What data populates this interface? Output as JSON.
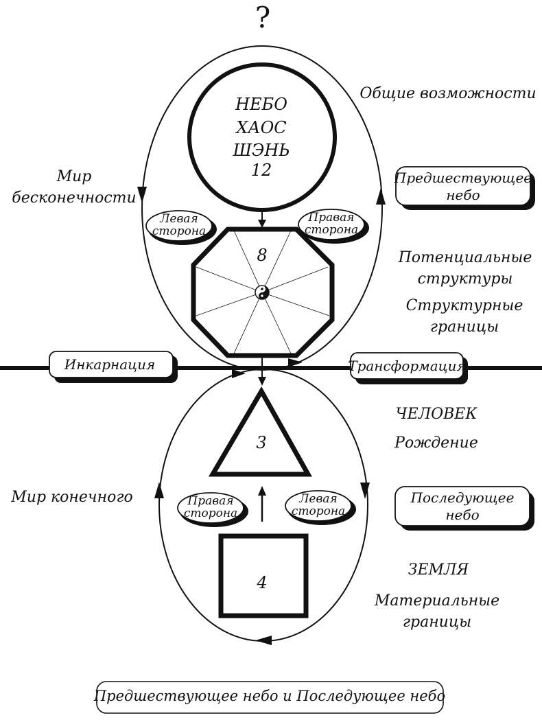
{
  "question_mark": "?",
  "heaven_circle": {
    "lines": [
      "НЕБО",
      "ХАОС",
      "ШЭНЬ",
      "12"
    ]
  },
  "octagon_number": "8",
  "triangle_number": "3",
  "square_number": "4",
  "upper_left_oval": [
    "Левая",
    "сторона"
  ],
  "upper_right_oval": [
    "Правая",
    "сторона"
  ],
  "lower_left_oval": [
    "Правая",
    "сторона"
  ],
  "lower_right_oval": [
    "Левая",
    "сторона"
  ],
  "left_labels": {
    "infinite_world": [
      "Мир",
      "бесконечности"
    ],
    "finite_world": "Мир конечного"
  },
  "right_labels": {
    "general_possibilities": "Общие возможности",
    "potential_structures": [
      "Потенциальные",
      "структуры"
    ],
    "structural_boundaries": [
      "Структурные",
      "границы"
    ],
    "human": "ЧЕЛОВЕК",
    "birth": "Рождение",
    "earth": "ЗЕМЛЯ",
    "material_boundaries": [
      "Материальные",
      "границы"
    ]
  },
  "boxes": {
    "preceding_heaven": [
      "Предшествующее",
      "небо"
    ],
    "subsequent_heaven": [
      "Последующее",
      "небо"
    ],
    "incarnation": "Инкарнация",
    "transformation": "Трансформация",
    "footer": "Предшествующее небо и Последующее небо"
  },
  "colors": {
    "ink": "#111111",
    "paper": "#ffffff"
  }
}
